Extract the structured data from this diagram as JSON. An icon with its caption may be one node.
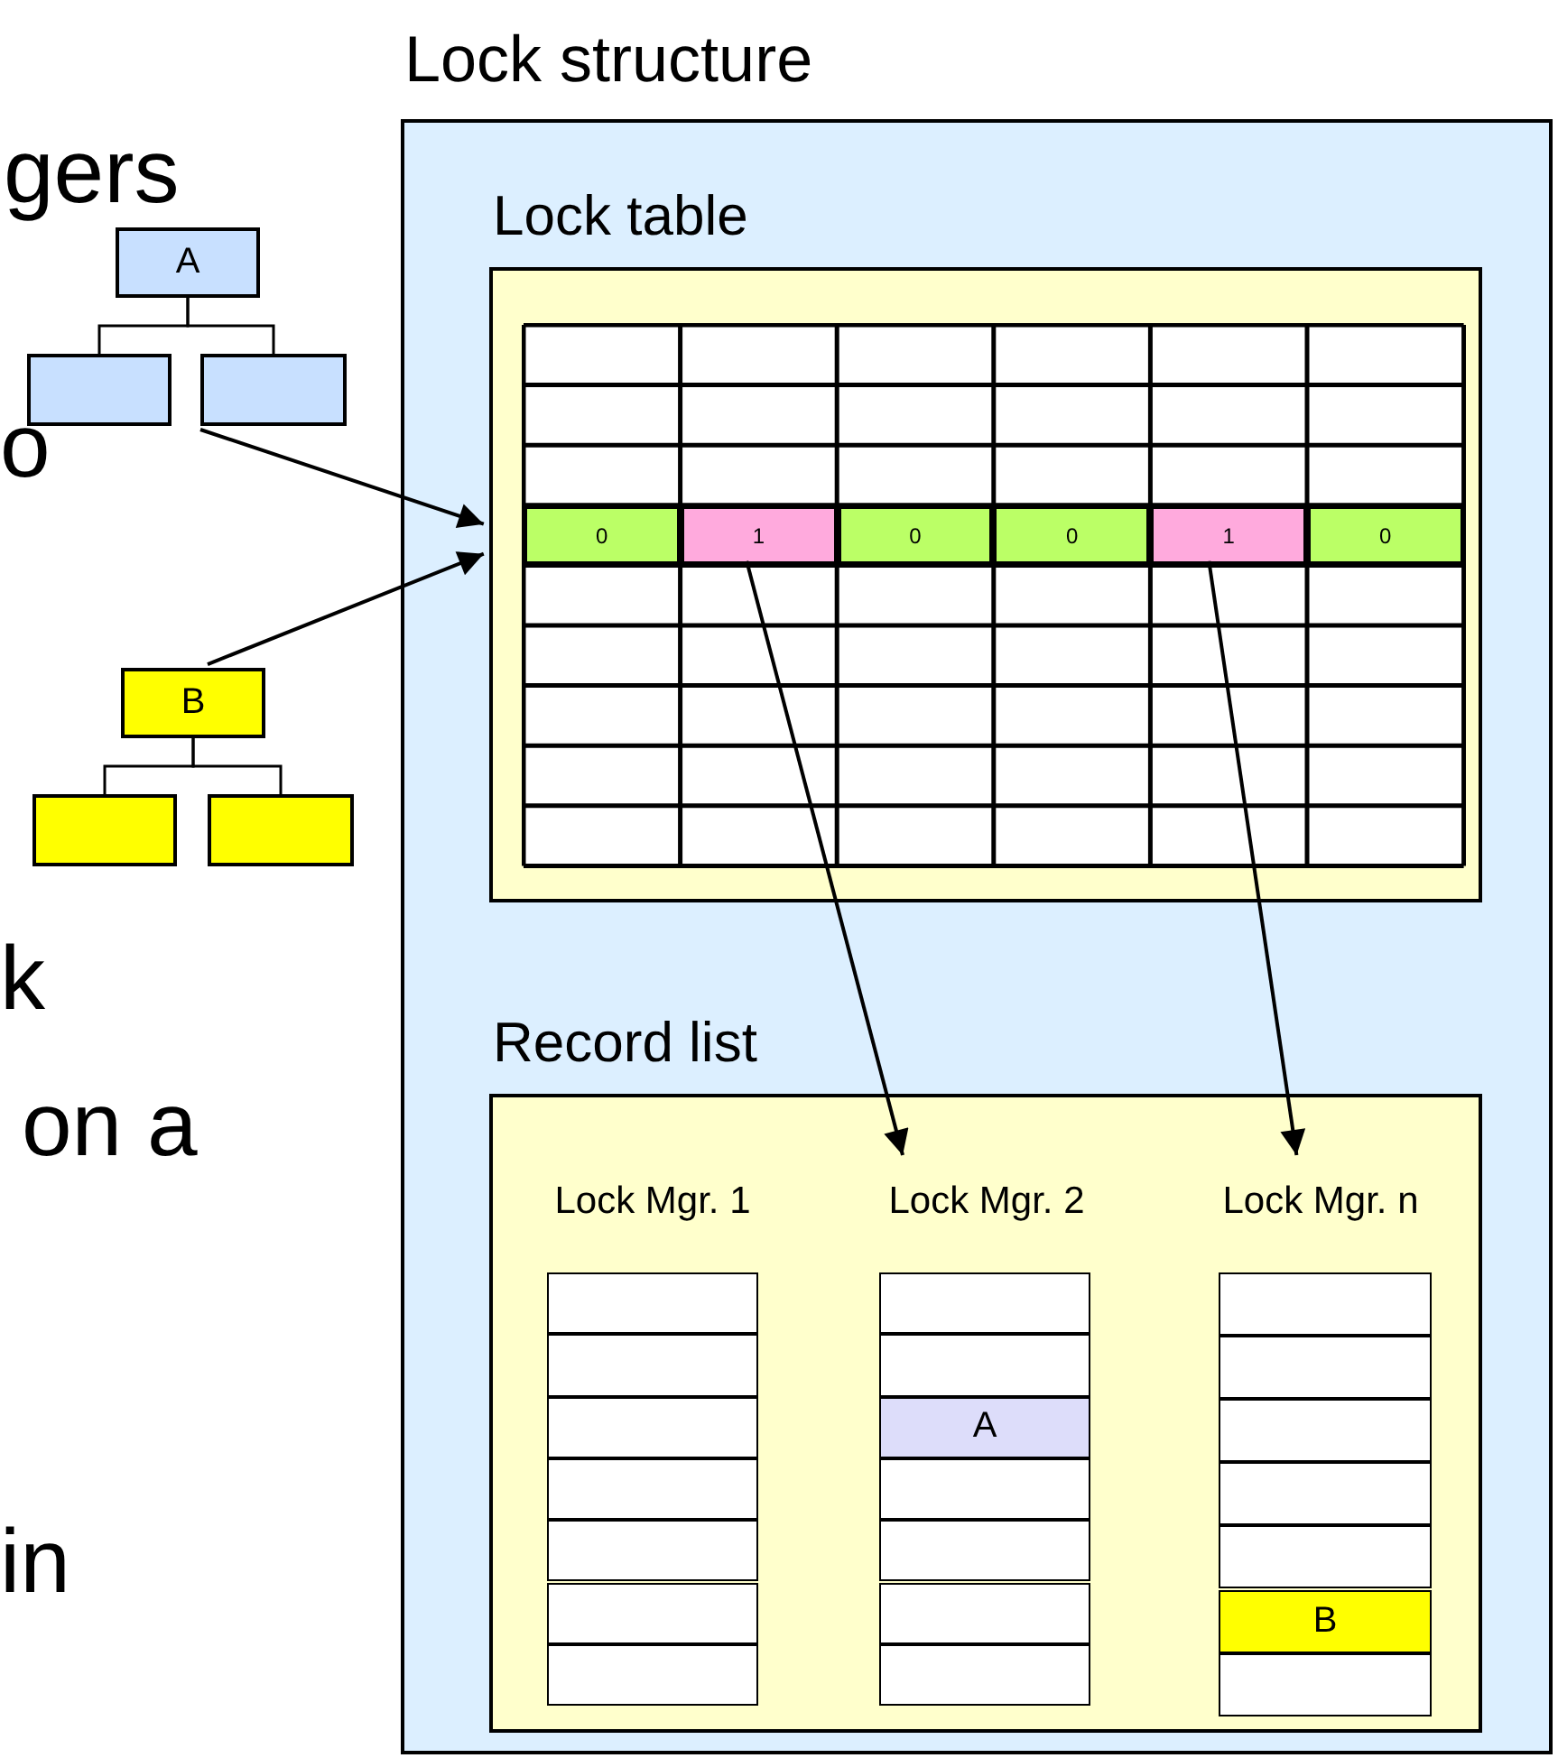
{
  "diagram": {
    "nodes": [
      {
        "text": [
          "Lock structure"
        ]
      },
      {
        "text": [
          "Lock table"
        ],
        "in": 0
      },
      {
        "text": [
          "0"
        ],
        "in": 1
      },
      {
        "text": [
          "1"
        ],
        "in": 1
      },
      {
        "text": [
          "0"
        ],
        "in": 1
      },
      {
        "text": [
          "0"
        ],
        "in": 1
      },
      {
        "text": [
          "1"
        ],
        "in": 1
      },
      {
        "text": [
          "0"
        ],
        "in": 1
      },
      {
        "text": [
          "Record list"
        ],
        "in": 0
      },
      {
        "text": [
          "Lock Mgr. 1"
        ],
        "in": 8
      },
      {
        "text": [],
        "shape": "box",
        "in": 9
      },
      {
        "text": [],
        "shape": "box",
        "in": 9
      },
      {
        "text": [],
        "shape": "box",
        "in": 9
      },
      {
        "text": [],
        "shape": "box",
        "in": 9
      },
      {
        "text": [],
        "shape": "box",
        "in": 9
      },
      {
        "text": [],
        "shape": "box",
        "in": 9
      },
      {
        "text": [],
        "shape": "box",
        "in": 9
      },
      {
        "text": [
          "Lock Mgr. 2"
        ],
        "in": 8
      },
      {
        "text": [],
        "shape": "box",
        "in": 17
      },
      {
        "text": [],
        "shape": "box",
        "in": 17
      },
      {
        "text": [
          "A"
        ],
        "in": 17
      },
      {
        "text": [],
        "shape": "box",
        "in": 17
      },
      {
        "text": [],
        "shape": "box",
        "in": 17
      },
      {
        "text": [],
        "shape": "box",
        "in": 17
      },
      {
        "text": [],
        "shape": "box",
        "in": 17
      },
      {
        "text": [
          "Lock Mgr. n"
        ],
        "in": 8
      },
      {
        "text": [],
        "shape": "box",
        "in": 25
      },
      {
        "text": [],
        "shape": "box",
        "in": 25
      },
      {
        "text": [],
        "shape": "box",
        "in": 25
      },
      {
        "text": [],
        "shape": "box",
        "in": 25
      },
      {
        "text": [],
        "shape": "box",
        "in": 25
      },
      {
        "text": [
          "B"
        ],
        "in": 25
      },
      {
        "text": [],
        "shape": "box",
        "in": 25
      },
      {
        "text": [
          "A"
        ]
      },
      {
        "text": [],
        "shape": "box"
      },
      {
        "text": [],
        "shape": "box"
      },
      {
        "text": [
          "B"
        ]
      },
      {
        "text": [],
        "shape": "box"
      },
      {
        "text": [],
        "shape": "box"
      }
    ],
    "edges": [
      {
        "from": 33,
        "to": 34,
        "arrow": "none"
      },
      {
        "from": 33,
        "to": 35,
        "arrow": "none"
      },
      {
        "from": 36,
        "to": 37,
        "arrow": "none"
      },
      {
        "from": 36,
        "to": 38,
        "arrow": "none"
      },
      {
        "from": 35,
        "to": 1,
        "arrow": "to"
      },
      {
        "from": 36,
        "to": 1,
        "arrow": "to"
      },
      {
        "from": 3,
        "to": 17,
        "arrow": "to"
      },
      {
        "from": 6,
        "to": 25,
        "arrow": "to"
      }
    ],
    "labels": [
      "gers",
      "o",
      "k",
      "on a",
      "in"
    ]
  }
}
